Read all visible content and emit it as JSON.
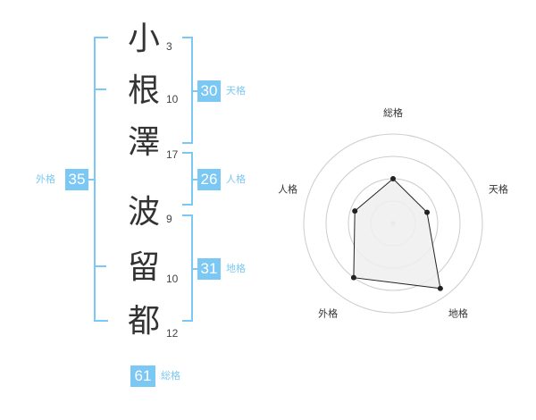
{
  "name": {
    "characters": [
      {
        "char": "小",
        "strokes": "3"
      },
      {
        "char": "根",
        "strokes": "10"
      },
      {
        "char": "澤",
        "strokes": "17"
      },
      {
        "char": "波",
        "strokes": "9"
      },
      {
        "char": "留",
        "strokes": "10"
      },
      {
        "char": "都",
        "strokes": "12"
      }
    ]
  },
  "fortunes": {
    "tenkaku": {
      "value": "30",
      "label": "天格"
    },
    "jinkaku": {
      "value": "26",
      "label": "人格"
    },
    "chikaku": {
      "value": "31",
      "label": "地格"
    },
    "gaikaku": {
      "value": "35",
      "label": "外格"
    },
    "soukaku": {
      "value": "61",
      "label": "総格"
    }
  },
  "radar": {
    "axes": [
      "総格",
      "天格",
      "地格",
      "外格",
      "人格"
    ],
    "values": [
      0.5,
      0.4,
      0.9,
      0.75,
      0.45
    ]
  },
  "colors": {
    "accent": "#7cc8f4",
    "grid": "#cccccc",
    "polygon_fill": "#eeeeee",
    "polygon_stroke": "#222222"
  }
}
